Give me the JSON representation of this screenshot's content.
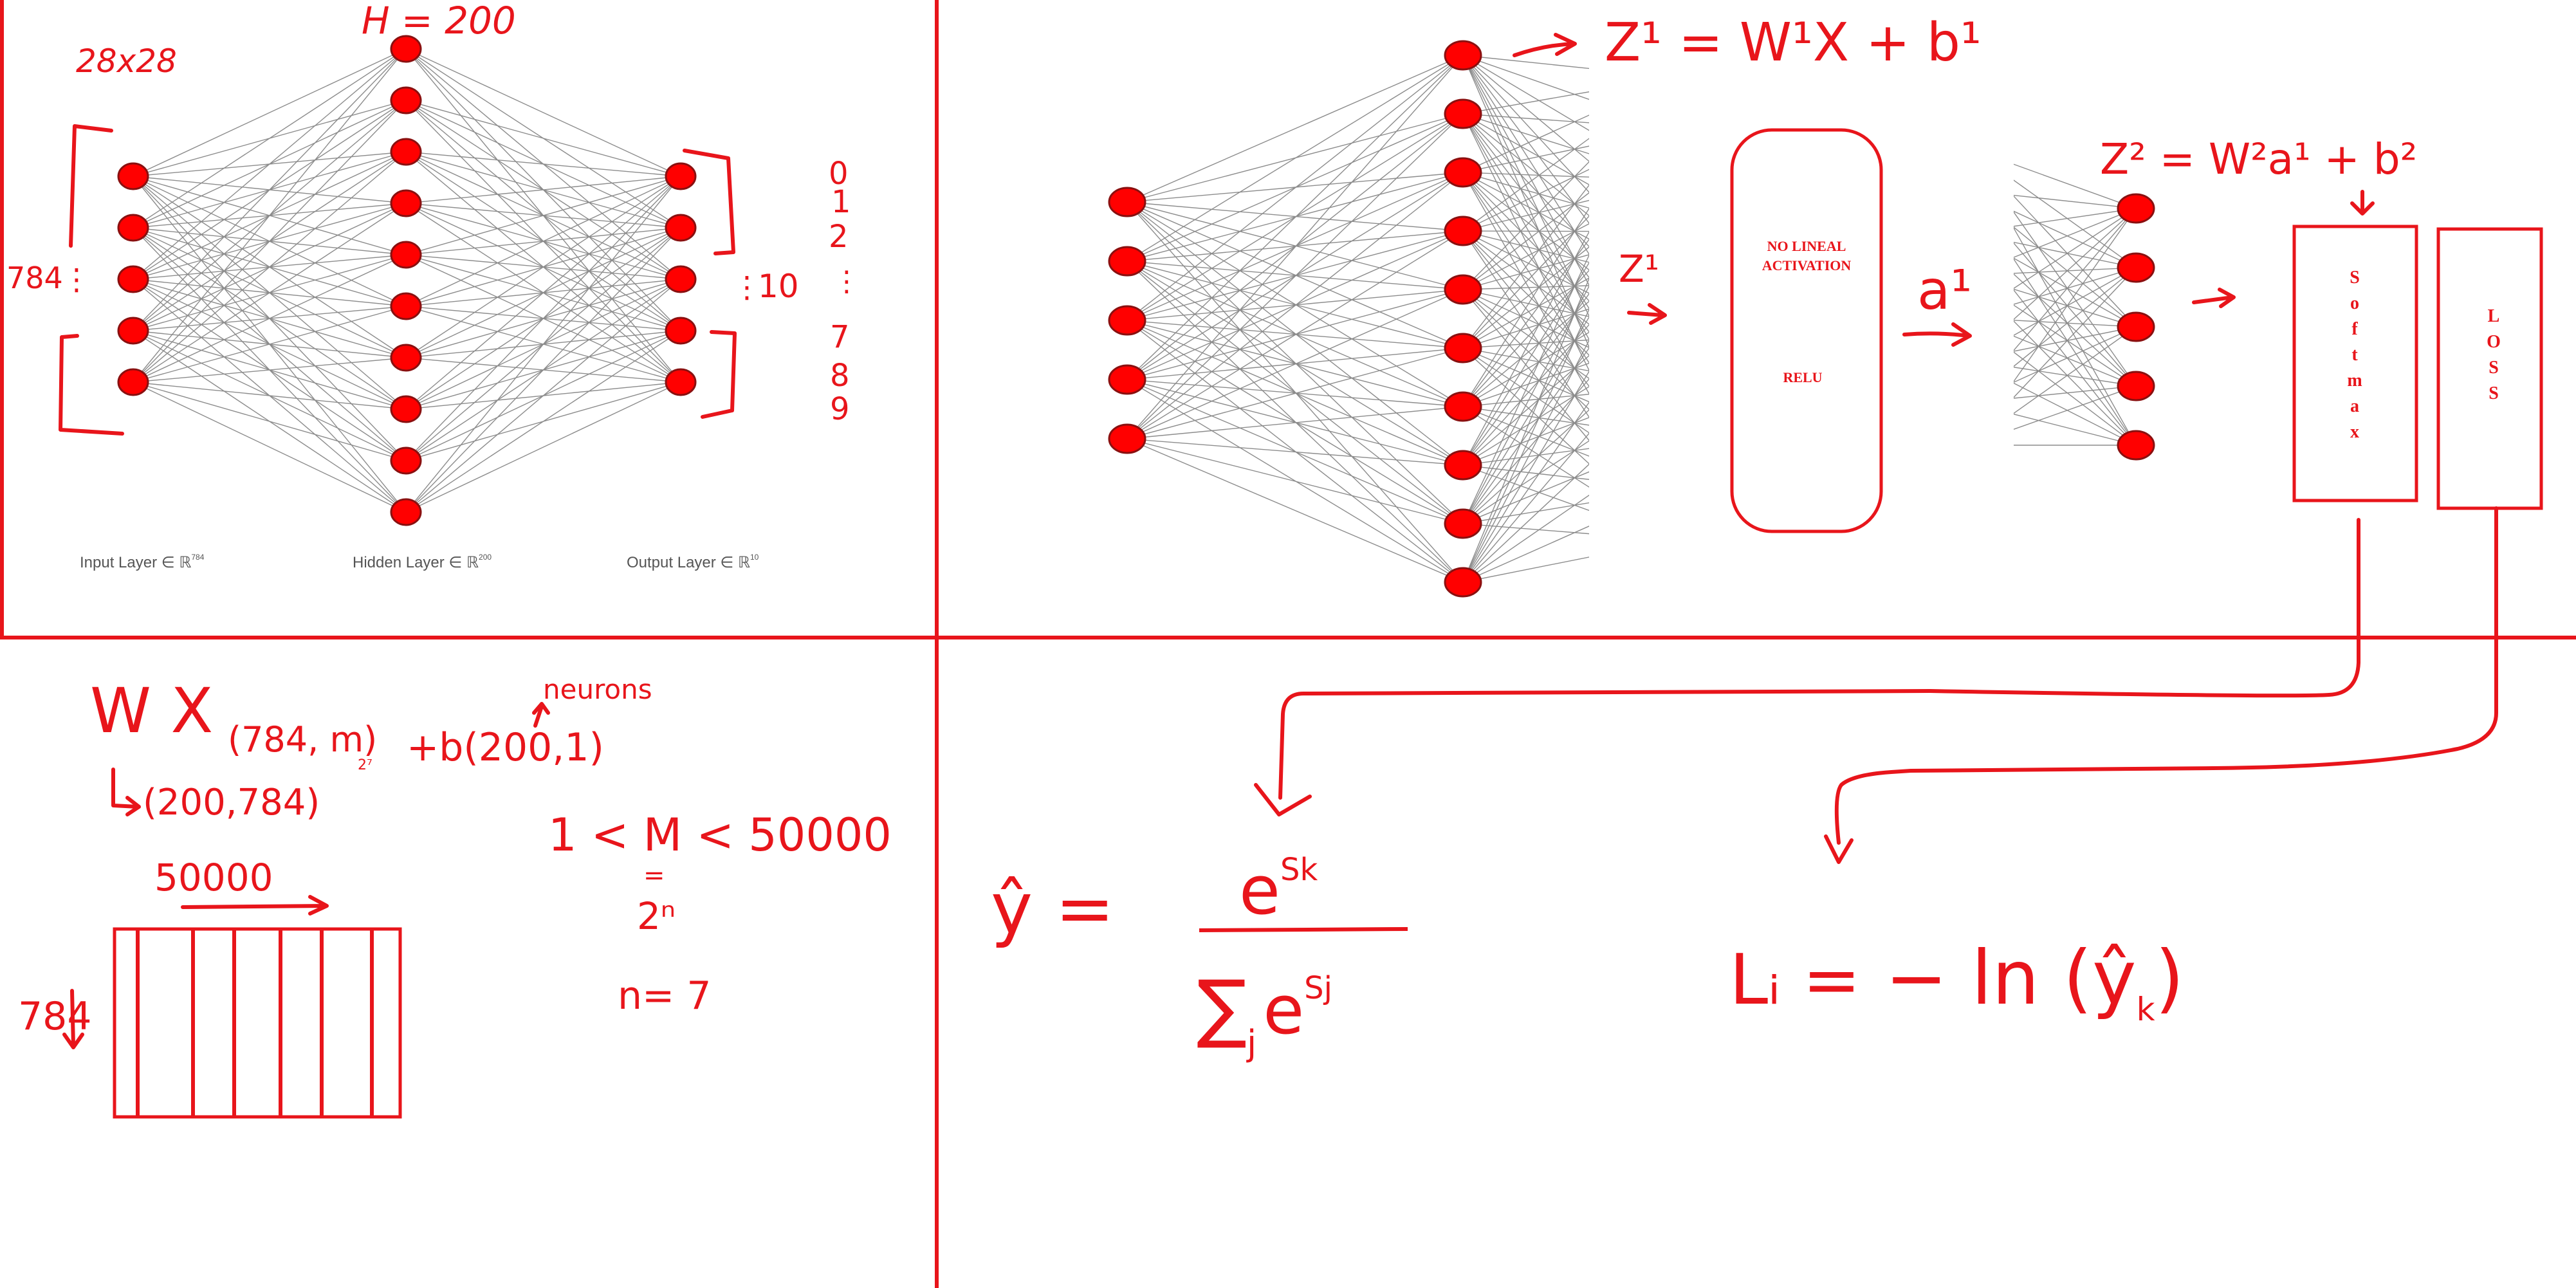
{
  "colors": {
    "ink": "#e8151b",
    "node": "#ff0000",
    "edge": "#8c8c8c",
    "label": "#555555"
  },
  "top_left": {
    "title_input_dims": "28x28",
    "hidden_size": "H = 200",
    "input_count": "784",
    "output_count": "10",
    "digit_labels": [
      "0",
      "1",
      "2",
      "⋮",
      "7",
      "8",
      "9"
    ],
    "layer_labels": {
      "input": "Input Layer ∈ ℝ",
      "input_sup": "784",
      "hidden": "Hidden Layer ∈ ℝ",
      "hidden_sup": "200",
      "output": "Output Layer ∈ ℝ",
      "output_sup": "10"
    }
  },
  "top_right": {
    "eq_z1": "Z¹ = W¹X + b¹",
    "z1_label": "Z¹",
    "activation_box_line1": "NO LINEAL",
    "activation_box_line2": "ACTIVATION",
    "activation_box_relu": "RELU",
    "a1_label": "a¹",
    "eq_z2": "Z² = W²a¹ + b²",
    "softmax_letters": [
      "S",
      "o",
      "f",
      "t",
      "m",
      "a",
      "x"
    ],
    "loss_letters": [
      "L",
      "O",
      "S",
      "S"
    ]
  },
  "bottom_left": {
    "wx_expr": "W X",
    "wx_dims": "(784, m)",
    "m_sub": "2⁷",
    "bias_expr": "+b(200,1)",
    "neurons_note": "neurons",
    "w_dims": "(200,784)",
    "batch_size": "50000",
    "rows_label": "784",
    "m_range": "1 < M < 50000",
    "pow_two": "2ⁿ",
    "n_value": "n= 7"
  },
  "bottom_right": {
    "yhat_lhs": "ŷ =",
    "softmax_num": "e",
    "softmax_num_sup": "Sk",
    "softmax_den": "∑",
    "softmax_den_sub": "j",
    "softmax_den_e": "e",
    "softmax_den_sup": "Sj",
    "loss_lhs": "Lᵢ =",
    "loss_rhs": "− ln (ŷ",
    "loss_sub": "k",
    "loss_close": ")"
  }
}
